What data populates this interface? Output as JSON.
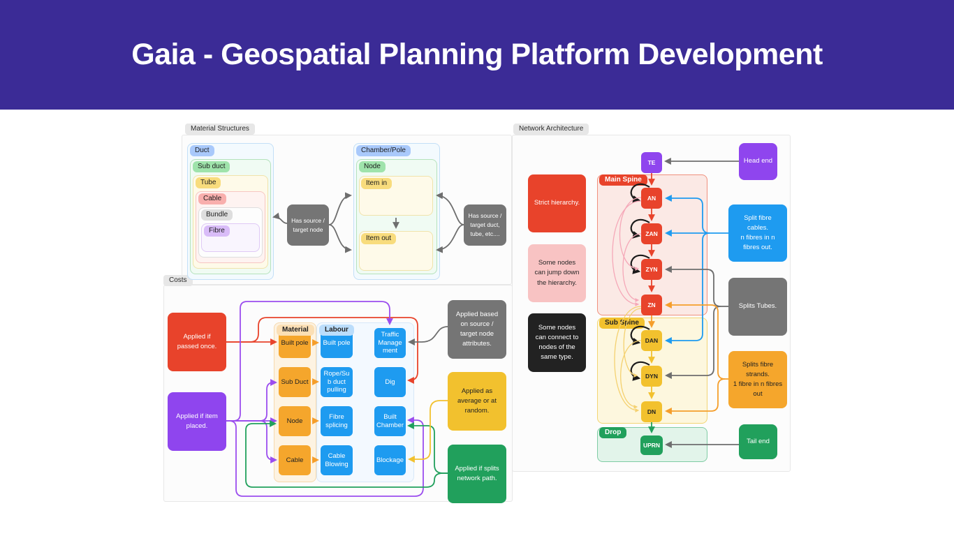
{
  "header": {
    "title": "Gaia - Geospatial Planning Platform Development"
  },
  "colors": {
    "banner": "#3B2B96",
    "red": "#E8432B",
    "purple": "#8F45EE",
    "blue": "#1E9BF0",
    "orange": "#F5A62C",
    "gold": "#F2C12E",
    "green": "#21A05C",
    "gray": "#757575",
    "black": "#222222",
    "pink": "#F8C3C3"
  },
  "material_structures": {
    "tag": "Material Structures",
    "layers": [
      "Duct",
      "Sub duct",
      "Tube",
      "Cable",
      "Bundle",
      "Fibre"
    ],
    "chamber_tag": "Chamber/Pole",
    "node_tag": "Node",
    "item_in": "Item in",
    "item_out": "Item out",
    "note_source_node": "Has source / target node",
    "note_source_duct": "Has source / target duct, tube, etc...."
  },
  "costs": {
    "tag": "Costs",
    "note_passed_once": "Applied if passed once.",
    "note_item_placed": "Applied if item placed.",
    "note_source_target": "Applied based on source / target node attributes.",
    "note_average": "Applied as average or at random.",
    "note_splits": "Applied if splits network path.",
    "material": {
      "tag": "Material",
      "items": [
        "Built pole",
        "Sub Duct",
        "Node",
        "Cable"
      ]
    },
    "labour": {
      "tag": "Labour",
      "items": [
        "Built pole",
        "Rope/Sub duct pulling",
        "Fibre splicing",
        "Cable Blowing"
      ],
      "extra": [
        "Traffic Management",
        "Dig",
        "Built Chamber",
        "Blockage"
      ]
    }
  },
  "network": {
    "tag": "Network Architecture",
    "te": "TE",
    "main_spine": {
      "tag": "Main Spine",
      "nodes": [
        "AN",
        "ZAN",
        "ZYN",
        "ZN"
      ]
    },
    "sub_spine": {
      "tag": "Sub Spine",
      "nodes": [
        "DAN",
        "DYN",
        "DN"
      ]
    },
    "drop": {
      "tag": "Drop",
      "nodes": [
        "UPRN"
      ]
    },
    "note_strict": "Strict hierarchy.",
    "note_jump": "Some nodes can jump down the hierarchy.",
    "note_same_type": "Some nodes can connect to nodes of the same type.",
    "note_head_end": "Head end",
    "note_split_cables": "Split fibre cables.\nn fibres in n fibres out.",
    "note_split_tubes": "Splits Tubes.",
    "note_split_strands": "Splits fibre\nstrands.\n1 fibre in n fibres\nout",
    "note_tail_end": "Tail end"
  }
}
